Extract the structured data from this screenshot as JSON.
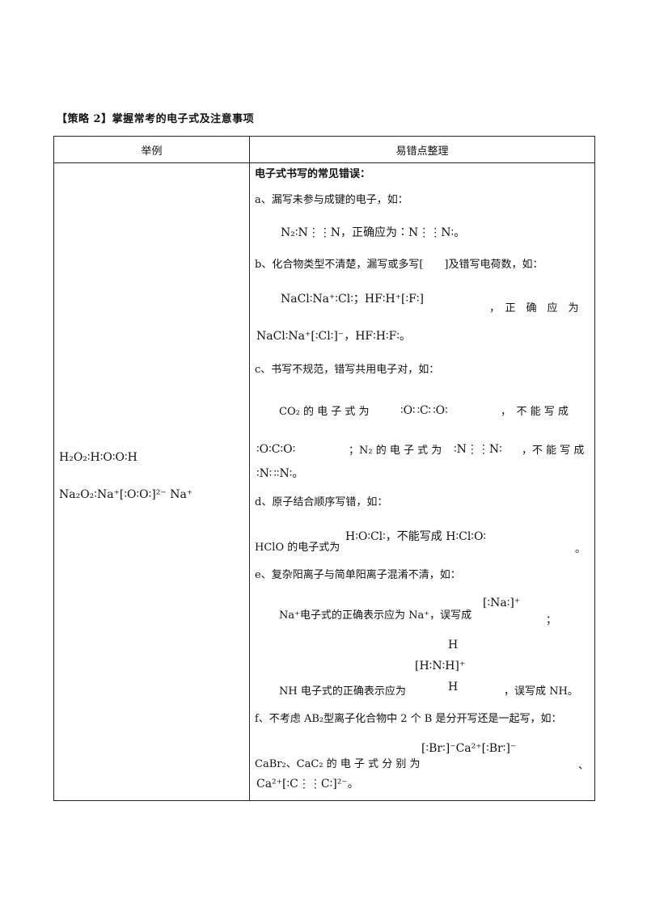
{
  "heading": "【策略 2】掌握常考的电子式及注意事项",
  "table": {
    "col1": "举例",
    "col2": "易错点整理"
  },
  "left": {
    "h2o2": "H₂O₂∶H∶O∶O∶H",
    "na2o2": "Na₂O₂∶Na⁺[∶O∶O∶]²⁻ Na⁺"
  },
  "right": {
    "title": "电子式书写的常见错误：",
    "a": {
      "label": "a、漏写未参与成键的电子，如：",
      "example": "N₂∶N⋮⋮N，正确应为∶N⋮⋮N∶。"
    },
    "b": {
      "label": "b、化合物类型不清楚，漏写或多写[　　]及错写电荷数，如：",
      "wrong": "NaCl∶Na⁺∶Cl∶；HF∶H⁺[∶F∶]",
      "comma": "，　正　确　应　为",
      "correct": "NaCl∶Na⁺[∶Cl∶]⁻，HF∶H∶F∶。"
    },
    "c": {
      "label": "c、书写不规范，错写共用电子对，如：",
      "line1_pre": "CO₂ 的 电 子 式 为",
      "line1_formula": "∶O∷C∷O∶",
      "line1_post": "，　不 能 写 成",
      "line2_formula": "∶O∶C∶O∶",
      "line2_pre": "；N₂ 的 电 子 式 为",
      "line2_formula2": "∶N⋮⋮N∶",
      "line2_post": "，不 能 写 成",
      "line3": "∶N∷∶N∶。"
    },
    "d": {
      "label": "d、原子结合顺序写错，如：",
      "pre": "HClO 的电子式为",
      "formula": "H∶O∶Cl∶，不能写成 H∶Cl∶O∶",
      "end": "。"
    },
    "e": {
      "label": "e、复杂阳离子与简单阳离子混淆不清，如：",
      "na_text": "Na⁺电子式的正确表示应为 Na⁺，误写成",
      "na_wrong": "[∶Na∶]⁺",
      "na_end": "；",
      "nh_h_top": "H",
      "nh_mid": "[H∶N∶H]⁺",
      "nh_h_bottom": "H",
      "nh_text": "NH 电子式的正确表示应为",
      "nh_end": "，误写成 NH。"
    },
    "f": {
      "label": "f、不考虑 AB₂型离子化合物中 2 个 B 是分开写还是一起写，如：",
      "formula": "[∶Br∶]⁻Ca²⁺[∶Br∶]⁻",
      "pre": "CaBr₂、CaC₂ 的 电 子 式 分 别 为",
      "sep": "、",
      "formula2": "Ca²⁺[∶C⋮⋮C∶]²⁻。"
    }
  }
}
